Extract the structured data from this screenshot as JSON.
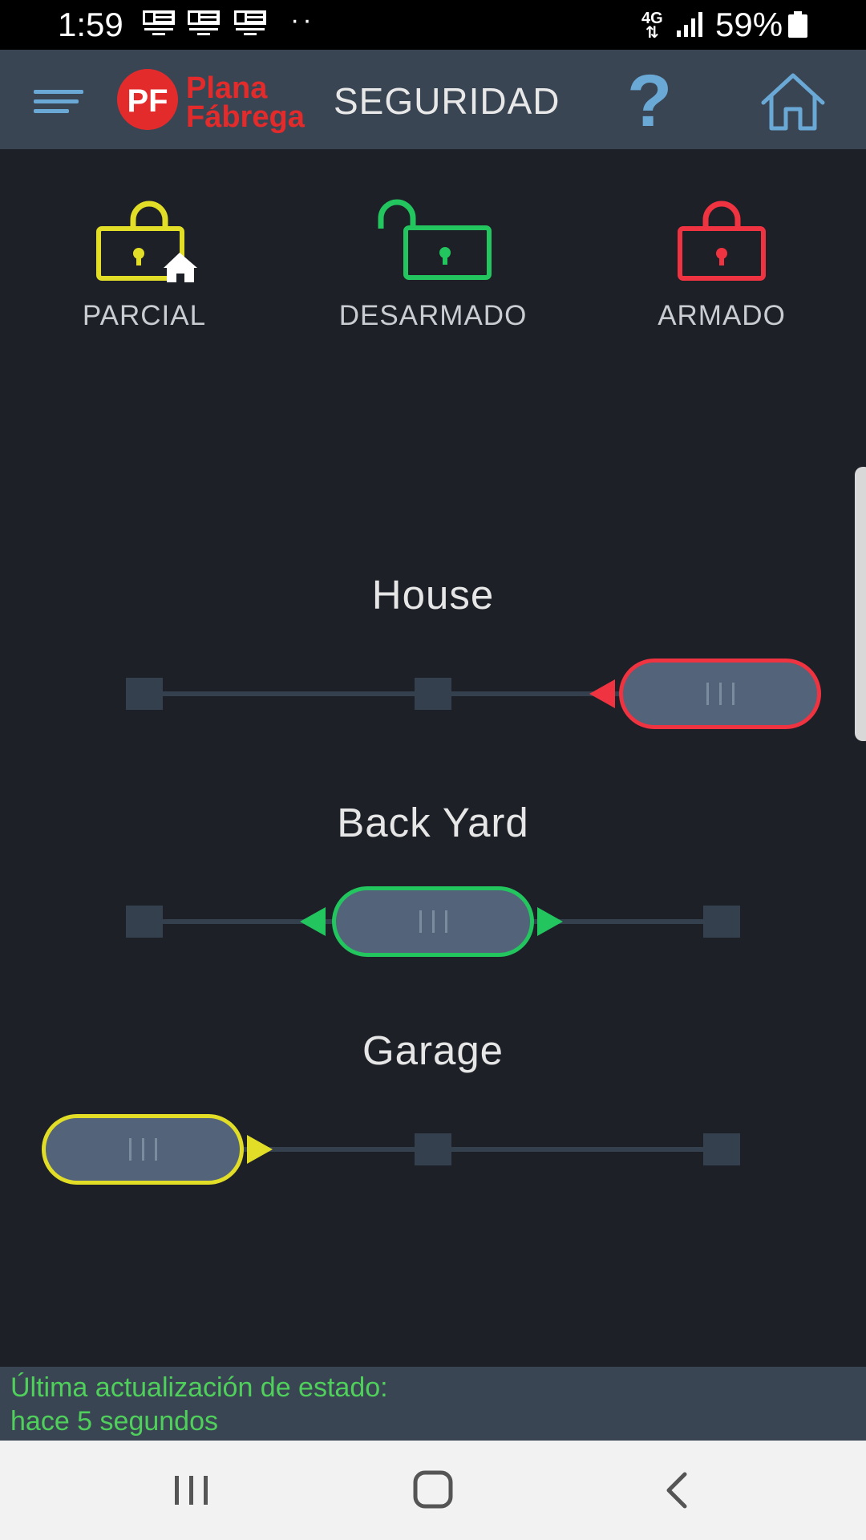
{
  "status_bar": {
    "time": "1:59",
    "dots": "··",
    "network": "4G",
    "battery_pct": "59%",
    "notification_icons": [
      "alarm-notification-icon",
      "alarm-notification-icon",
      "alarm-notification-icon"
    ]
  },
  "header": {
    "title": "SEGURIDAD",
    "help_label": "?",
    "logo": {
      "mark": "PF",
      "line1": "Plana",
      "line2": "Fábrega"
    }
  },
  "modes": [
    {
      "label": "PARCIAL",
      "color": "#e2de28",
      "icon": "lock-home-icon"
    },
    {
      "label": "DESARMADO",
      "color": "#22c55e",
      "icon": "unlock-icon"
    },
    {
      "label": "ARMADO",
      "color": "#ef3340",
      "icon": "lock-icon"
    }
  ],
  "zones": [
    {
      "name": "House",
      "state": "ARMADO",
      "color": "#ef3340"
    },
    {
      "name": "Back Yard",
      "state": "DESARMADO",
      "color": "#22c55e"
    },
    {
      "name": "Garage",
      "state": "PARCIAL",
      "color": "#e2de28"
    }
  ],
  "footer": {
    "line1": "Última actualización de estado:",
    "line2": "hace 5 segundos",
    "color": "#4fd05a"
  },
  "nav": [
    "recent-apps-icon",
    "home-circle-icon",
    "back-icon"
  ]
}
